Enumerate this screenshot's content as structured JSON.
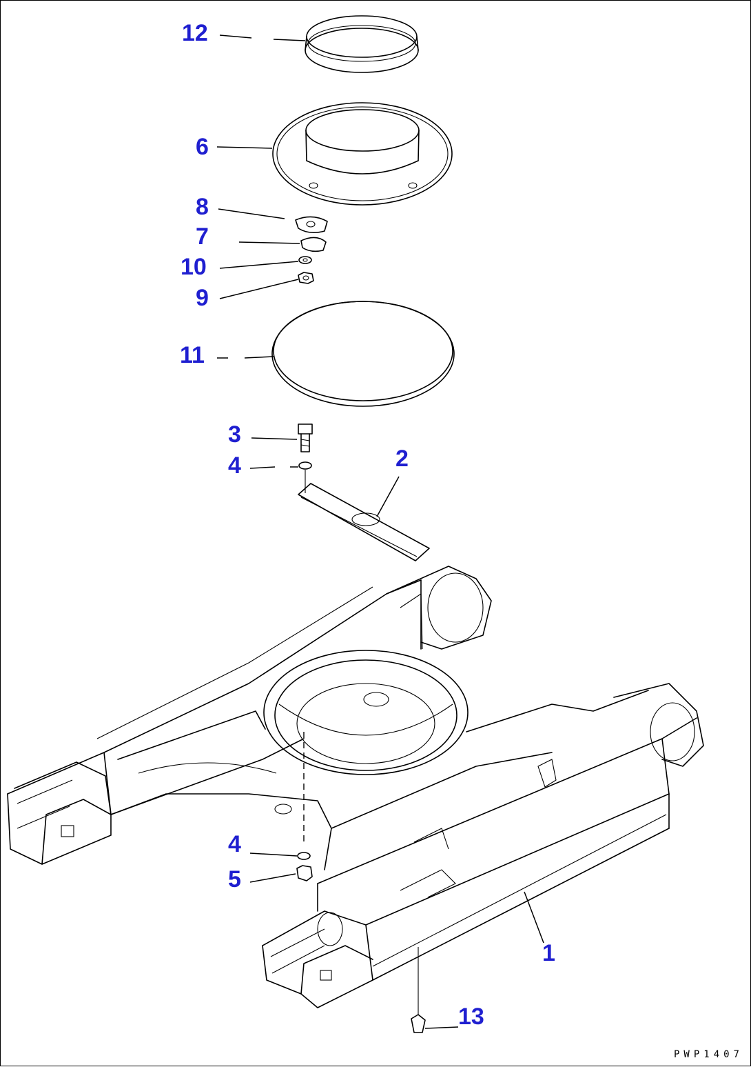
{
  "callouts": [
    {
      "id": "12",
      "label": "12"
    },
    {
      "id": "6",
      "label": "6"
    },
    {
      "id": "8",
      "label": "8"
    },
    {
      "id": "7",
      "label": "7"
    },
    {
      "id": "10",
      "label": "10"
    },
    {
      "id": "9",
      "label": "9"
    },
    {
      "id": "11",
      "label": "11"
    },
    {
      "id": "3",
      "label": "3"
    },
    {
      "id": "4a",
      "label": "4"
    },
    {
      "id": "2",
      "label": "2"
    },
    {
      "id": "4b",
      "label": "4"
    },
    {
      "id": "5",
      "label": "5"
    },
    {
      "id": "1",
      "label": "1"
    },
    {
      "id": "13",
      "label": "13"
    }
  ],
  "reference_code": "PWP1407",
  "colors": {
    "callout": "#1f1fd0",
    "line": "#000000",
    "background": "#ffffff"
  }
}
